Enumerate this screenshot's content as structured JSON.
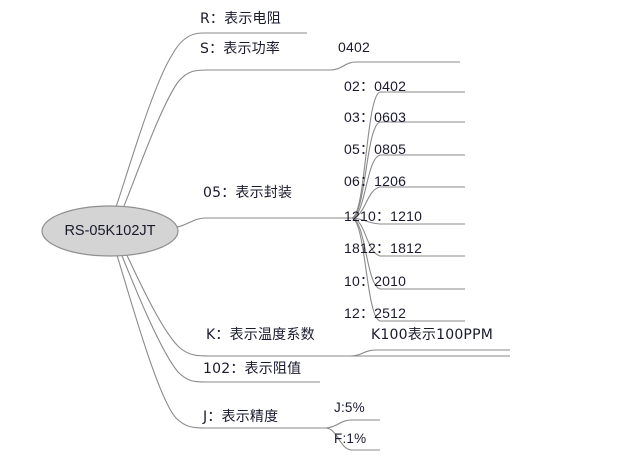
{
  "diagram": {
    "type": "mindmap",
    "title_text": "RS-05K102JT",
    "colors": {
      "root_fill": "#d4d4d4",
      "root_stroke": "#8f8f8f",
      "wire": "#8a8a8a",
      "text": "#1a1a2e",
      "background": "#ffffff"
    },
    "root": {
      "label": "RS-05K102JT"
    },
    "branches": [
      {
        "id": "r",
        "label": "R：表示电阻",
        "children": []
      },
      {
        "id": "s",
        "label": "S：表示功率",
        "children": [
          {
            "id": "s-0402",
            "label": "0402"
          }
        ]
      },
      {
        "id": "pkg",
        "label": "05：表示封装",
        "children": [
          {
            "id": "pkg-02",
            "label": "02：0402"
          },
          {
            "id": "pkg-03",
            "label": "03：0603"
          },
          {
            "id": "pkg-05",
            "label": "05：0805"
          },
          {
            "id": "pkg-06",
            "label": "06：1206"
          },
          {
            "id": "pkg-1210",
            "label": "1210：1210"
          },
          {
            "id": "pkg-1812",
            "label": "1812：1812"
          },
          {
            "id": "pkg-10",
            "label": "10：2010"
          },
          {
            "id": "pkg-12",
            "label": "12：2512"
          }
        ]
      },
      {
        "id": "k",
        "label": "K：表示温度系数",
        "children": [
          {
            "id": "k-100",
            "label": "K100表示100PPM"
          }
        ]
      },
      {
        "id": "res",
        "label": "102：表示阻值",
        "children": []
      },
      {
        "id": "j",
        "label": "J：表示精度",
        "children": [
          {
            "id": "j-5",
            "label": "J:5%"
          },
          {
            "id": "j-f1",
            "label": "F:1%"
          }
        ]
      }
    ]
  }
}
